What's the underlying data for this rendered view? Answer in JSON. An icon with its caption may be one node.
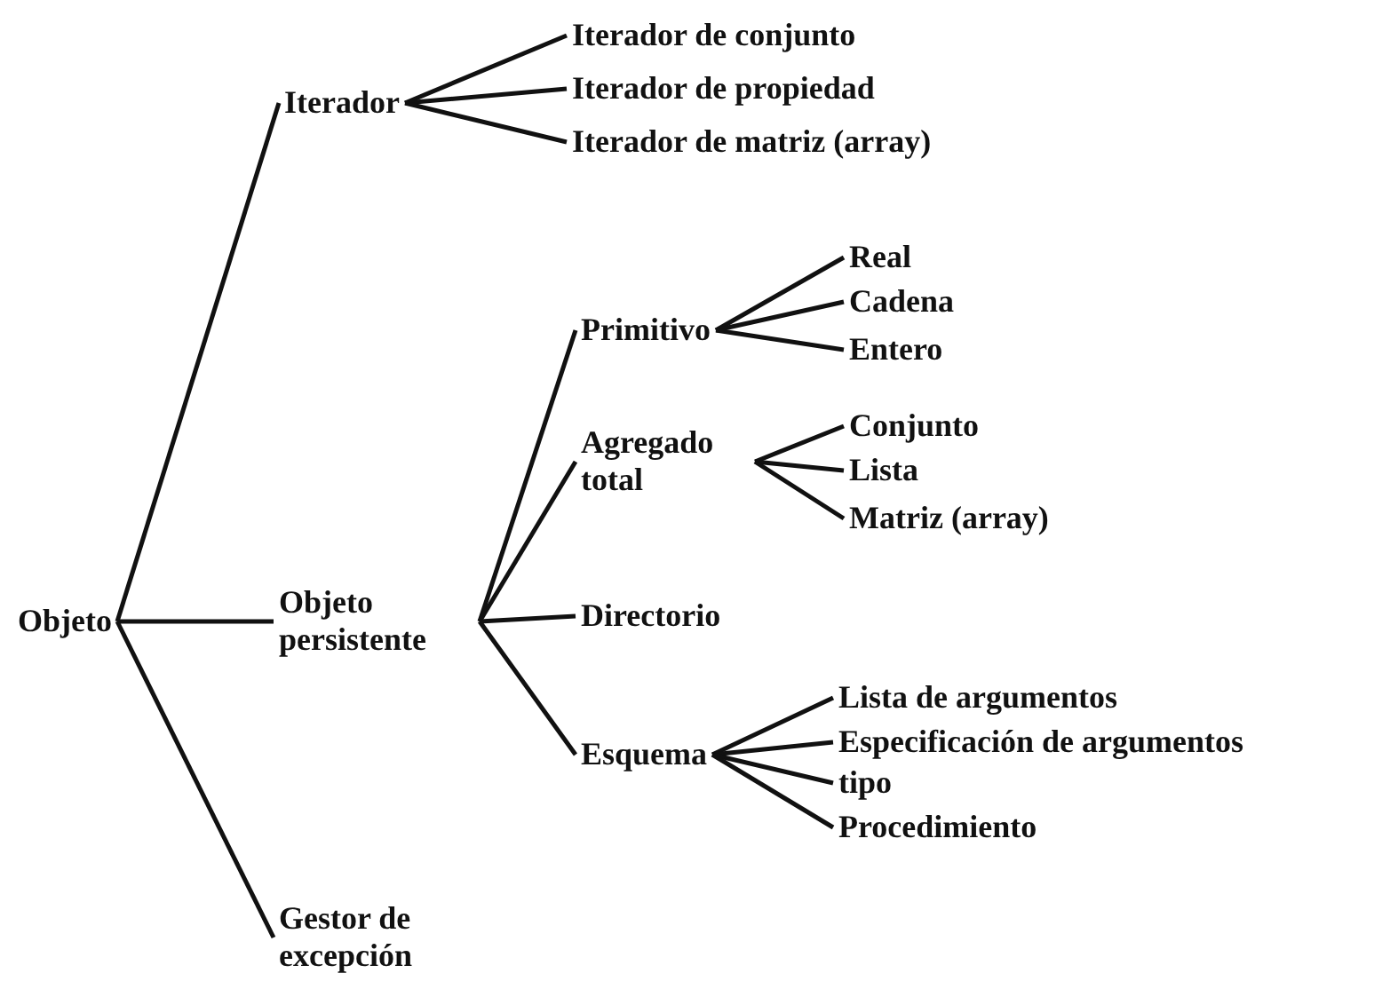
{
  "diagram": {
    "nodes": [
      {
        "text": [
          "Objeto"
        ]
      },
      {
        "text": [
          "Iterador"
        ]
      },
      {
        "text": [
          "Iterador de conjunto"
        ]
      },
      {
        "text": [
          "Iterador de propiedad"
        ]
      },
      {
        "text": [
          "Iterador de matriz (array)"
        ]
      },
      {
        "text": [
          "Objeto persistente"
        ]
      },
      {
        "text": [
          "Primitivo"
        ]
      },
      {
        "text": [
          "Real"
        ]
      },
      {
        "text": [
          "Cadena"
        ]
      },
      {
        "text": [
          "Entero"
        ]
      },
      {
        "text": [
          "Agregado total"
        ]
      },
      {
        "text": [
          "Conjunto"
        ]
      },
      {
        "text": [
          "Lista"
        ]
      },
      {
        "text": [
          "Matriz (array)"
        ]
      },
      {
        "text": [
          "Directorio"
        ]
      },
      {
        "text": [
          "Esquema"
        ]
      },
      {
        "text": [
          "Lista de argumentos"
        ]
      },
      {
        "text": [
          "Especificación de argumentos"
        ]
      },
      {
        "text": [
          "tipo"
        ]
      },
      {
        "text": [
          "Procedimiento"
        ]
      },
      {
        "text": [
          "Gestor de excepción"
        ]
      }
    ],
    "edges": [
      {
        "from": 0,
        "to": 1,
        "arrow": "none"
      },
      {
        "from": 0,
        "to": 5,
        "arrow": "none"
      },
      {
        "from": 0,
        "to": 20,
        "arrow": "none"
      },
      {
        "from": 1,
        "to": 2,
        "arrow": "none"
      },
      {
        "from": 1,
        "to": 3,
        "arrow": "none"
      },
      {
        "from": 1,
        "to": 4,
        "arrow": "none"
      },
      {
        "from": 5,
        "to": 6,
        "arrow": "none"
      },
      {
        "from": 5,
        "to": 10,
        "arrow": "none"
      },
      {
        "from": 5,
        "to": 14,
        "arrow": "none"
      },
      {
        "from": 5,
        "to": 15,
        "arrow": "none"
      },
      {
        "from": 6,
        "to": 7,
        "arrow": "none"
      },
      {
        "from": 6,
        "to": 8,
        "arrow": "none"
      },
      {
        "from": 6,
        "to": 9,
        "arrow": "none"
      },
      {
        "from": 10,
        "to": 11,
        "arrow": "none"
      },
      {
        "from": 10,
        "to": 12,
        "arrow": "none"
      },
      {
        "from": 10,
        "to": 13,
        "arrow": "none"
      },
      {
        "from": 15,
        "to": 16,
        "arrow": "none"
      },
      {
        "from": 15,
        "to": 17,
        "arrow": "none"
      },
      {
        "from": 15,
        "to": 18,
        "arrow": "none"
      },
      {
        "from": 15,
        "to": 19,
        "arrow": "none"
      }
    ]
  }
}
